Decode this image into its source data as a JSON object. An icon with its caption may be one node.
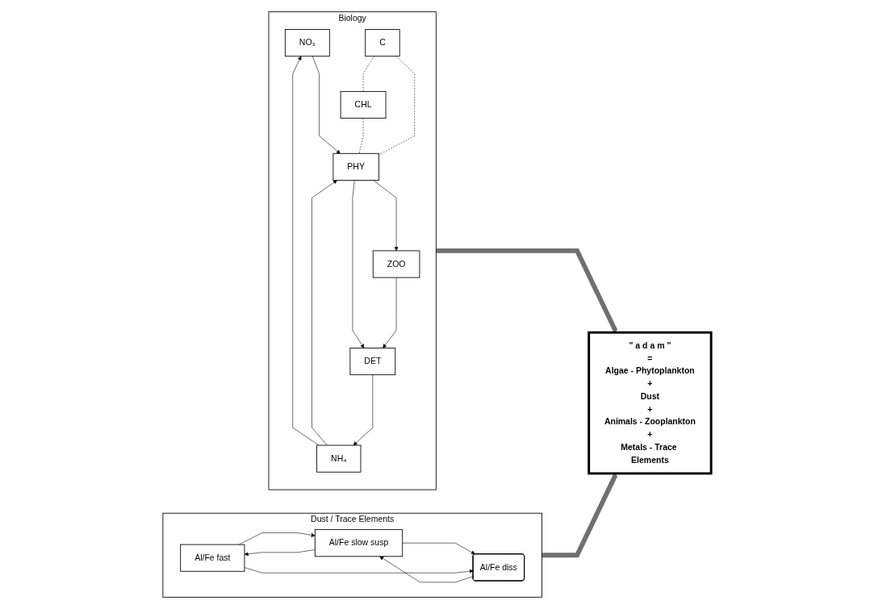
{
  "diagram": {
    "nodes": [
      {
        "text": [
          "Biology"
        ]
      },
      {
        "text": [
          "NO₃"
        ],
        "in": 0
      },
      {
        "text": [
          "NH₄"
        ],
        "in": 0
      },
      {
        "text": [
          "C"
        ],
        "in": 0
      },
      {
        "text": [
          "PHY"
        ],
        "in": 0
      },
      {
        "text": [
          "CHL"
        ],
        "in": 0
      },
      {
        "text": [
          "ZOO"
        ],
        "in": 0
      },
      {
        "text": [
          "DET"
        ],
        "in": 0
      },
      {
        "text": [
          "\" a d a m \"",
          "=",
          "Algae - Phytoplankton",
          "+",
          "Dust",
          "+",
          "Animals - Zooplankton",
          "+",
          "Metals - Trace Elements"
        ]
      },
      {
        "text": [
          "Dust / Trace Elements"
        ]
      },
      {
        "text": [
          "Al/Fe fast"
        ],
        "in": 9
      },
      {
        "text": [
          "Al/Fe slow susp"
        ],
        "in": 9
      },
      {
        "text": [
          "Al/Fe diss"
        ],
        "in": 9
      }
    ],
    "edges": [
      {
        "from": 2,
        "to": 1,
        "arrow": "to"
      },
      {
        "from": 1,
        "to": 4,
        "arrow": "to"
      },
      {
        "from": 2,
        "to": 4,
        "arrow": "to"
      },
      {
        "from": 3,
        "to": 4,
        "arrow": "none",
        "style": "dashed"
      },
      {
        "from": 3,
        "to": 5,
        "arrow": "none",
        "style": "dashed"
      },
      {
        "from": 5,
        "to": 4,
        "arrow": "none",
        "style": "dashed"
      },
      {
        "from": 4,
        "to": 6,
        "arrow": "to"
      },
      {
        "from": 4,
        "to": 7,
        "arrow": "to"
      },
      {
        "from": 6,
        "to": 7,
        "arrow": "to"
      },
      {
        "from": 7,
        "to": 2,
        "arrow": "to"
      },
      {
        "from": 0,
        "to": 8,
        "arrow": "to",
        "style": "thick",
        "color": "#707070"
      },
      {
        "from": 9,
        "to": 8,
        "arrow": "to",
        "style": "thick",
        "color": "#707070"
      },
      {
        "from": 10,
        "to": 11,
        "arrow": "to"
      },
      {
        "from": 11,
        "to": 10,
        "arrow": "to"
      },
      {
        "from": 11,
        "to": 12,
        "arrow": "to"
      },
      {
        "from": 12,
        "to": 11,
        "arrow": "to"
      },
      {
        "from": 10,
        "to": 12,
        "arrow": "to"
      }
    ]
  }
}
